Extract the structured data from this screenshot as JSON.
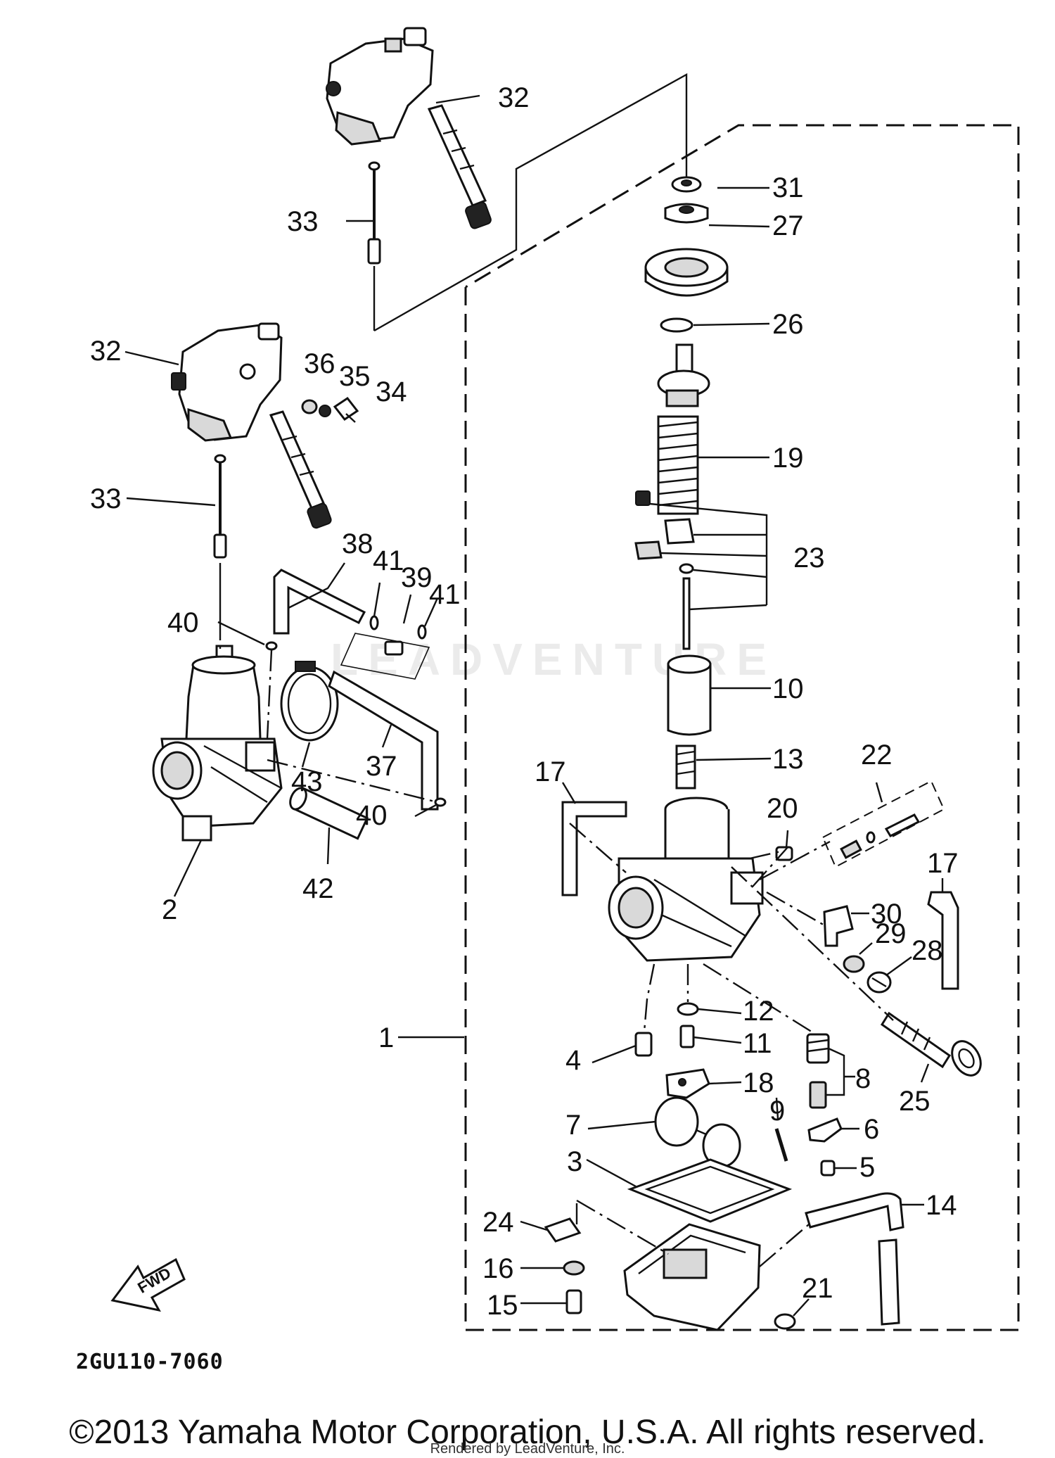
{
  "callouts": [
    "1",
    "2",
    "3",
    "4",
    "5",
    "6",
    "7",
    "8",
    "9",
    "10",
    "11",
    "12",
    "13",
    "14",
    "15",
    "16",
    "17",
    "17",
    "18",
    "19",
    "20",
    "21",
    "22",
    "23",
    "24",
    "25",
    "26",
    "27",
    "28",
    "29",
    "30",
    "31",
    "32",
    "32",
    "33",
    "33",
    "34",
    "35",
    "36",
    "37",
    "38",
    "39",
    "40",
    "40",
    "41",
    "41",
    "42",
    "43"
  ],
  "diagram_code": "2GU110-7060",
  "fwd_label": "FWD",
  "watermark": "LEADVENTURE",
  "copyright": "©2013 Yamaha Motor Corporation, U.S.A. All rights reserved.",
  "rendered_by": "Rendered by LeadVenture, Inc."
}
